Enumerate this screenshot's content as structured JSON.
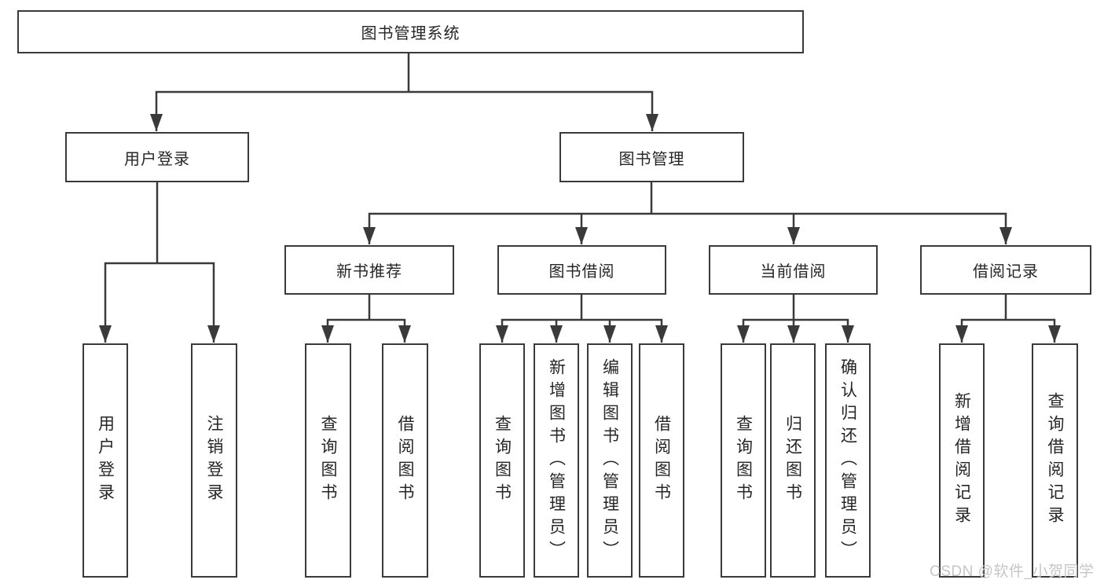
{
  "nodes": {
    "root": "图书管理系统",
    "user_login": "用户登录",
    "book_mgmt": "图书管理",
    "new_book_rec": "新书推荐",
    "book_borrow": "图书借阅",
    "current_borrow": "当前借阅",
    "borrow_records": "借阅记录",
    "ul_user_login": "用户登录",
    "ul_logout": "注销登录",
    "nb_query_book": "查询图书",
    "nb_borrow_book": "借阅图书",
    "bb_query_book": "查询图书",
    "bb_add_book": "新增图书（管理员）",
    "bb_edit_book": "编辑图书（管理员）",
    "bb_borrow_book": "借阅图书",
    "cb_query_book": "查询图书",
    "cb_return_book": "归还图书",
    "cb_confirm_return": "确认归还（管理员）",
    "br_add_record": "新增借阅记录",
    "br_query_record": "查询借阅记录"
  },
  "watermark": "CSDN @软件_小贺同学",
  "colors": {
    "line": "#3a3a3a",
    "text": "#262626",
    "background": "#ffffff",
    "watermark": "#c6c6c6"
  }
}
